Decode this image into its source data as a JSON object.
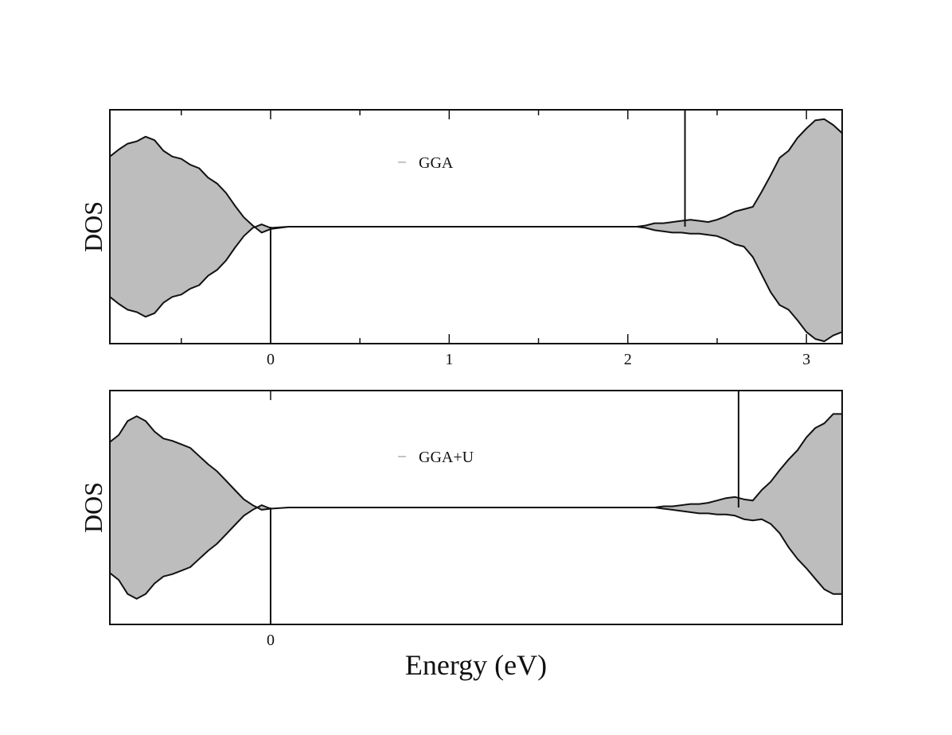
{
  "chart_data": [
    {
      "type": "area",
      "title": "",
      "xlabel": "",
      "ylabel": "DOS",
      "xlim": [
        -0.9,
        3.2
      ],
      "ylim": [
        -1,
        1
      ],
      "xticks_major": [
        0,
        1,
        2,
        3
      ],
      "xtick_labels": [
        "0",
        "1",
        "2",
        "3"
      ],
      "xticks_minor": [
        -0.5,
        0.5,
        1.5,
        2.5
      ],
      "grid": false,
      "legend": "top-center",
      "colors": {
        "fill": "#bdbdbd",
        "line": "#111111"
      },
      "series": [
        {
          "name": "GGA",
          "x": [
            -0.9,
            -0.85,
            -0.8,
            -0.75,
            -0.7,
            -0.65,
            -0.6,
            -0.55,
            -0.5,
            -0.45,
            -0.4,
            -0.35,
            -0.3,
            -0.25,
            -0.2,
            -0.15,
            -0.1,
            -0.05,
            0,
            0.1,
            2.05,
            2.1,
            2.15,
            2.2,
            2.25,
            2.3,
            2.35,
            2.4,
            2.45,
            2.5,
            2.55,
            2.6,
            2.65,
            2.7,
            2.75,
            2.8,
            2.85,
            2.9,
            2.95,
            3.0,
            3.05,
            3.1,
            3.15,
            3.2
          ],
          "upper": [
            0.6,
            0.66,
            0.71,
            0.73,
            0.77,
            0.74,
            0.65,
            0.6,
            0.58,
            0.53,
            0.5,
            0.42,
            0.37,
            0.29,
            0.18,
            0.08,
            0.01,
            -0.05,
            -0.02,
            0.0,
            0.0,
            0.01,
            0.03,
            0.03,
            0.04,
            0.05,
            0.06,
            0.05,
            0.04,
            0.06,
            0.09,
            0.13,
            0.15,
            0.17,
            0.3,
            0.44,
            0.59,
            0.65,
            0.76,
            0.84,
            0.91,
            0.92,
            0.87,
            0.8
          ],
          "lower": [
            -0.6,
            -0.66,
            -0.71,
            -0.73,
            -0.77,
            -0.74,
            -0.65,
            -0.6,
            -0.58,
            -0.53,
            -0.5,
            -0.42,
            -0.37,
            -0.29,
            -0.18,
            -0.08,
            -0.01,
            0.02,
            -0.01,
            0.0,
            0.0,
            -0.01,
            -0.03,
            -0.04,
            -0.05,
            -0.05,
            -0.06,
            -0.06,
            -0.07,
            -0.08,
            -0.11,
            -0.15,
            -0.17,
            -0.26,
            -0.41,
            -0.56,
            -0.67,
            -0.71,
            -0.8,
            -0.9,
            -0.96,
            -0.98,
            -0.93,
            -0.9
          ]
        }
      ],
      "vlines": [
        0,
        2.32
      ]
    },
    {
      "type": "area",
      "title": "",
      "xlabel": "Energy (eV)",
      "ylabel": "DOS",
      "xlim": [
        -0.9,
        3.2
      ],
      "ylim": [
        -1,
        1
      ],
      "xticks_major": [
        0
      ],
      "xtick_labels": [
        "0"
      ],
      "xticks_minor": [],
      "grid": false,
      "legend": "top-center",
      "colors": {
        "fill": "#bdbdbd",
        "line": "#111111"
      },
      "series": [
        {
          "name": "GGA+U",
          "x": [
            -0.9,
            -0.85,
            -0.8,
            -0.75,
            -0.7,
            -0.65,
            -0.6,
            -0.55,
            -0.5,
            -0.45,
            -0.4,
            -0.35,
            -0.3,
            -0.25,
            -0.2,
            -0.15,
            -0.1,
            -0.05,
            0,
            0.1,
            2.15,
            2.2,
            2.25,
            2.3,
            2.35,
            2.4,
            2.45,
            2.5,
            2.55,
            2.6,
            2.65,
            2.7,
            2.75,
            2.8,
            2.85,
            2.9,
            2.95,
            3.0,
            3.05,
            3.1,
            3.15,
            3.2
          ],
          "upper": [
            0.56,
            0.62,
            0.74,
            0.78,
            0.74,
            0.65,
            0.59,
            0.57,
            0.54,
            0.51,
            0.44,
            0.37,
            0.31,
            0.23,
            0.15,
            0.07,
            0.02,
            -0.02,
            -0.01,
            0.0,
            0.0,
            0.01,
            0.01,
            0.02,
            0.03,
            0.03,
            0.04,
            0.06,
            0.08,
            0.09,
            0.07,
            0.06,
            0.15,
            0.22,
            0.32,
            0.41,
            0.49,
            0.6,
            0.68,
            0.72,
            0.8,
            0.8
          ],
          "lower": [
            -0.56,
            -0.62,
            -0.74,
            -0.78,
            -0.74,
            -0.65,
            -0.59,
            -0.57,
            -0.54,
            -0.51,
            -0.44,
            -0.37,
            -0.31,
            -0.23,
            -0.15,
            -0.07,
            -0.02,
            0.02,
            -0.01,
            0.0,
            0.0,
            -0.01,
            -0.02,
            -0.03,
            -0.04,
            -0.05,
            -0.05,
            -0.06,
            -0.06,
            -0.07,
            -0.1,
            -0.11,
            -0.1,
            -0.14,
            -0.22,
            -0.34,
            -0.44,
            -0.52,
            -0.61,
            -0.7,
            -0.74,
            -0.74
          ]
        }
      ],
      "vlines": [
        0,
        2.62
      ]
    }
  ]
}
